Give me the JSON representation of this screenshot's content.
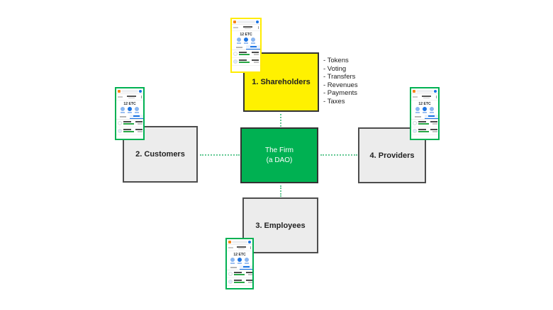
{
  "diagram": {
    "firm": {
      "line1": "The Firm",
      "line2": "(a DAO)"
    },
    "boxes": {
      "shareholders": {
        "label": "1. Shareholders",
        "fill": "#fff100"
      },
      "customers": {
        "label": "2. Customers",
        "fill": "#ececec"
      },
      "employees": {
        "label": "3. Employees",
        "fill": "#ececec"
      },
      "providers": {
        "label": "4. Providers",
        "fill": "#ececec"
      }
    },
    "shareholder_items": [
      "- Tokens",
      "- Voting",
      "- Transfers",
      "- Revenues",
      "- Payments",
      "- Taxes"
    ]
  },
  "phones": {
    "balance": "12 ETC",
    "count": 4,
    "border_green": "#00b152",
    "border_yellow": "#ffec00"
  },
  "colors": {
    "firm_fill": "#00b152",
    "connector_dotted": "#62c893",
    "action_blue": "#1b74e4",
    "fox_orange": "#f6851b"
  }
}
